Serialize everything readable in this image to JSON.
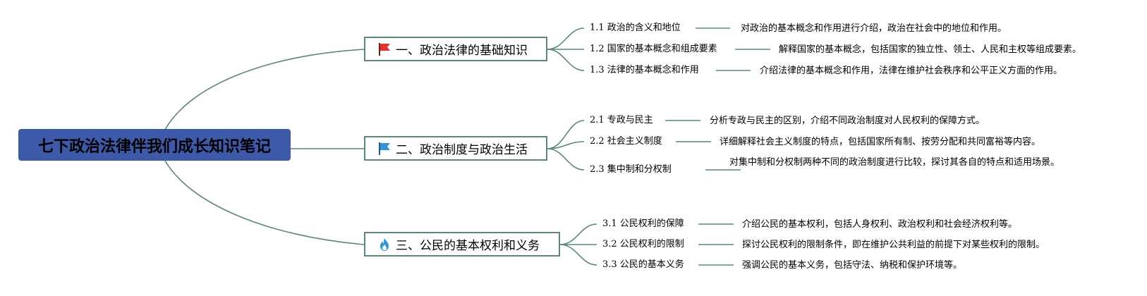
{
  "root": {
    "title": "七下政治法律伴我们成长知识笔记"
  },
  "colors": {
    "root_fill": "#3d5aa8",
    "line": "#5a8a73",
    "flag_red": "#e8352b",
    "flag_blue": "#2d96d6",
    "flame_blue": "#2d96d6"
  },
  "branches": [
    {
      "title": "一、政治法律的基础知识",
      "icon": "red-flag-icon",
      "children": [
        {
          "label": "1.1 政治的含义和地位",
          "description": "对政治的基本概念和作用进行介绍，政治在社会中的地位和作用。"
        },
        {
          "label": "1.2 国家的基本概念和组成要素",
          "description": "解释国家的基本概念，包括国家的独立性、领土、人民和主权等组成要素。"
        },
        {
          "label": "1.3 法律的基本概念和作用",
          "description": "介绍法律的基本概念和作用，法律在维护社会秩序和公平正义方面的作用。"
        }
      ]
    },
    {
      "title": "二、政治制度与政治生活",
      "icon": "blue-flag-icon",
      "children": [
        {
          "label": "2.1 专政与民主",
          "description": "分析专政与民主的区别，介绍不同政治制度对人民权利的保障方式。"
        },
        {
          "label": "2.2 社会主义制度",
          "description": "详细解释社会主义制度的特点，包括国家所有制、按劳分配和共同富裕等内容。"
        },
        {
          "label": "2.3 集中制和分权制",
          "description": "对集中制和分权制两种不同的政治制度进行比较，探讨其各自的特点和适用场景。"
        }
      ]
    },
    {
      "title": "三、公民的基本权利和义务",
      "icon": "flame-icon",
      "children": [
        {
          "label": "3.1 公民权利的保障",
          "description": "介绍公民的基本权利，包括人身权利、政治权利和社会经济权利等。"
        },
        {
          "label": "3.2 公民权利的限制",
          "description": "探讨公民权利的限制条件，即在维护公共利益的前提下对某些权利的限制。"
        },
        {
          "label": "3.3 公民的基本义务",
          "description": "强调公民的基本义务，包括守法、纳税和保护环境等。"
        }
      ]
    }
  ]
}
